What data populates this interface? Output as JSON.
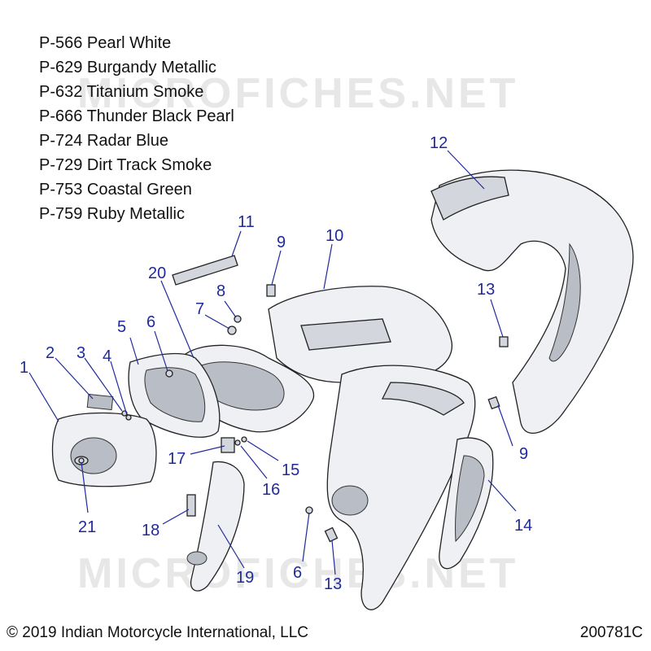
{
  "legend": [
    "P-566 Pearl White",
    "P-629 Burgandy Metallic",
    "P-632 Titanium Smoke",
    "P-666 Thunder Black Pearl",
    "P-724 Radar Blue",
    "P-729 Dirt Track Smoke",
    "P-753 Coastal Green",
    "P-759 Ruby Metallic"
  ],
  "watermark": "MICROFICHES.NET",
  "callouts": {
    "c1": "1",
    "c2": "2",
    "c3": "3",
    "c4": "4",
    "c5": "5",
    "c6a": "6",
    "c6b": "6",
    "c7": "7",
    "c8": "8",
    "c9a": "9",
    "c9b": "9",
    "c10": "10",
    "c11": "11",
    "c12": "12",
    "c13a": "13",
    "c13b": "13",
    "c14": "14",
    "c15": "15",
    "c16": "16",
    "c17": "17",
    "c18": "18",
    "c19": "19",
    "c20": "20",
    "c21": "21"
  },
  "copyright": "© 2019 Indian Motorcycle International, LLC",
  "diagram_id": "200781C"
}
